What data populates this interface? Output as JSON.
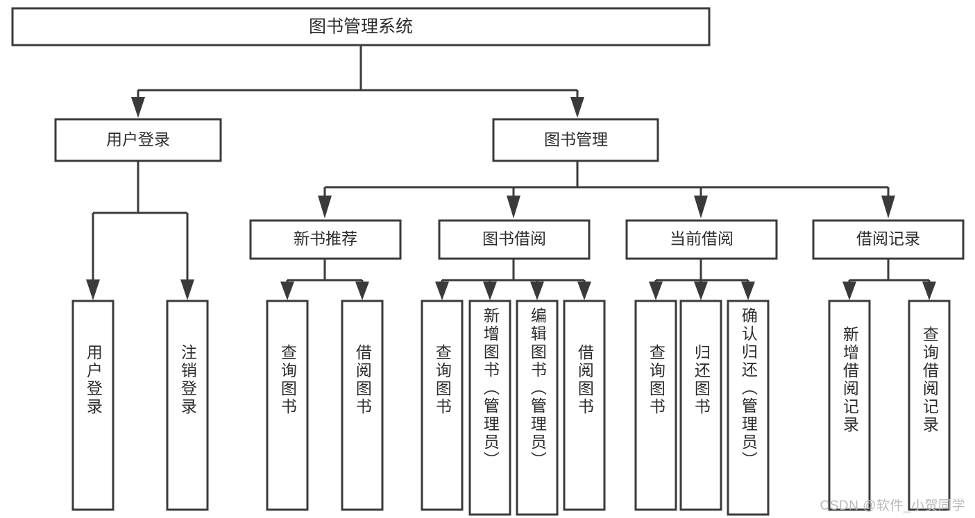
{
  "diagram": {
    "kind": "tree-structure-chart",
    "colors": {
      "box_fill": "#ffffff",
      "box_stroke": "#3a3a3a",
      "text": "#2b2b2b",
      "watermark": "#b9b9b9",
      "background": "#ffffff"
    },
    "root": {
      "label": "图书管理系统"
    },
    "level2": [
      {
        "label": "用户登录"
      },
      {
        "label": "图书管理"
      }
    ],
    "level3": [
      {
        "label": "新书推荐"
      },
      {
        "label": "图书借阅"
      },
      {
        "label": "当前借阅"
      },
      {
        "label": "借阅记录"
      }
    ],
    "leaves": {
      "user_login": [
        {
          "label": "用户登录"
        },
        {
          "label": "注销登录"
        }
      ],
      "new_book_recommend": [
        {
          "label": "查询图书"
        },
        {
          "label": "借阅图书"
        }
      ],
      "book_borrow": [
        {
          "label": "查询图书"
        },
        {
          "label": "新增图书（管理员）"
        },
        {
          "label": "编辑图书（管理员）"
        },
        {
          "label": "借阅图书"
        }
      ],
      "current_borrow": [
        {
          "label": "查询图书"
        },
        {
          "label": "归还图书"
        },
        {
          "label": "确认归还（管理员）"
        }
      ],
      "borrow_record": [
        {
          "label": "新增借阅记录"
        },
        {
          "label": "查询借阅记录"
        }
      ]
    }
  },
  "watermark": {
    "text": "CSDN @软件_小贺同学"
  }
}
